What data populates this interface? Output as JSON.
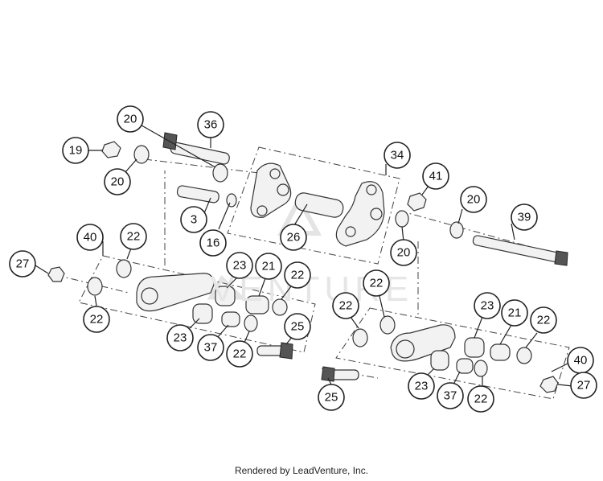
{
  "footer": {
    "credit": "Rendered by LeadVenture, Inc."
  },
  "callouts": [
    {
      "label": "20"
    },
    {
      "label": "36"
    },
    {
      "label": "19"
    },
    {
      "label": "20"
    },
    {
      "label": "34"
    },
    {
      "label": "41"
    },
    {
      "label": "3"
    },
    {
      "label": "16"
    },
    {
      "label": "26"
    },
    {
      "label": "20"
    },
    {
      "label": "39"
    },
    {
      "label": "20"
    },
    {
      "label": "40"
    },
    {
      "label": "22"
    },
    {
      "label": "27"
    },
    {
      "label": "22"
    },
    {
      "label": "23"
    },
    {
      "label": "21"
    },
    {
      "label": "22"
    },
    {
      "label": "25"
    },
    {
      "label": "23"
    },
    {
      "label": "37"
    },
    {
      "label": "22"
    },
    {
      "label": "22"
    },
    {
      "label": "22"
    },
    {
      "label": "23"
    },
    {
      "label": "21"
    },
    {
      "label": "22"
    },
    {
      "label": "40"
    },
    {
      "label": "23"
    },
    {
      "label": "37"
    },
    {
      "label": "22"
    },
    {
      "label": "25"
    },
    {
      "label": "27"
    }
  ]
}
